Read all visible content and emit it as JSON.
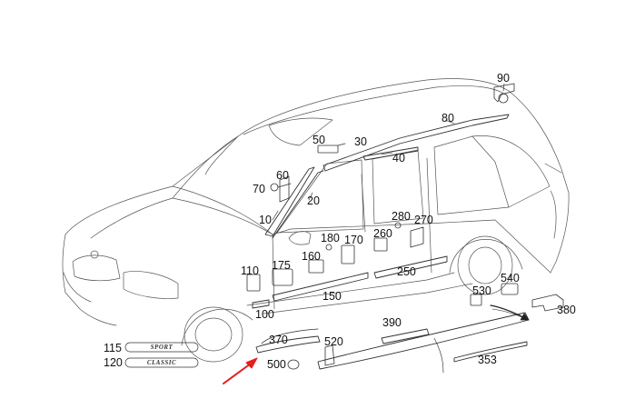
{
  "parts": {
    "p10": "10",
    "p20": "20",
    "p30": "30",
    "p40": "40",
    "p50": "50",
    "p60": "60",
    "p70": "70",
    "p80": "80",
    "p90": "90",
    "p100": "100",
    "p110": "110",
    "p115": "115",
    "p120": "120",
    "p150": "150",
    "p160": "160",
    "p170": "170",
    "p175": "175",
    "p180": "180",
    "p250": "250",
    "p260": "260",
    "p270": "270",
    "p280": "280",
    "p353": "353",
    "p370": "370",
    "p380": "380",
    "p390": "390",
    "p500": "500",
    "p520": "520",
    "p530": "530",
    "p540": "540"
  },
  "emblems": {
    "sport": "SPORT",
    "classic": "CLASSIC"
  },
  "colors": {
    "line": "#444444",
    "label": "#111111",
    "arrow": "#e41e1e"
  }
}
